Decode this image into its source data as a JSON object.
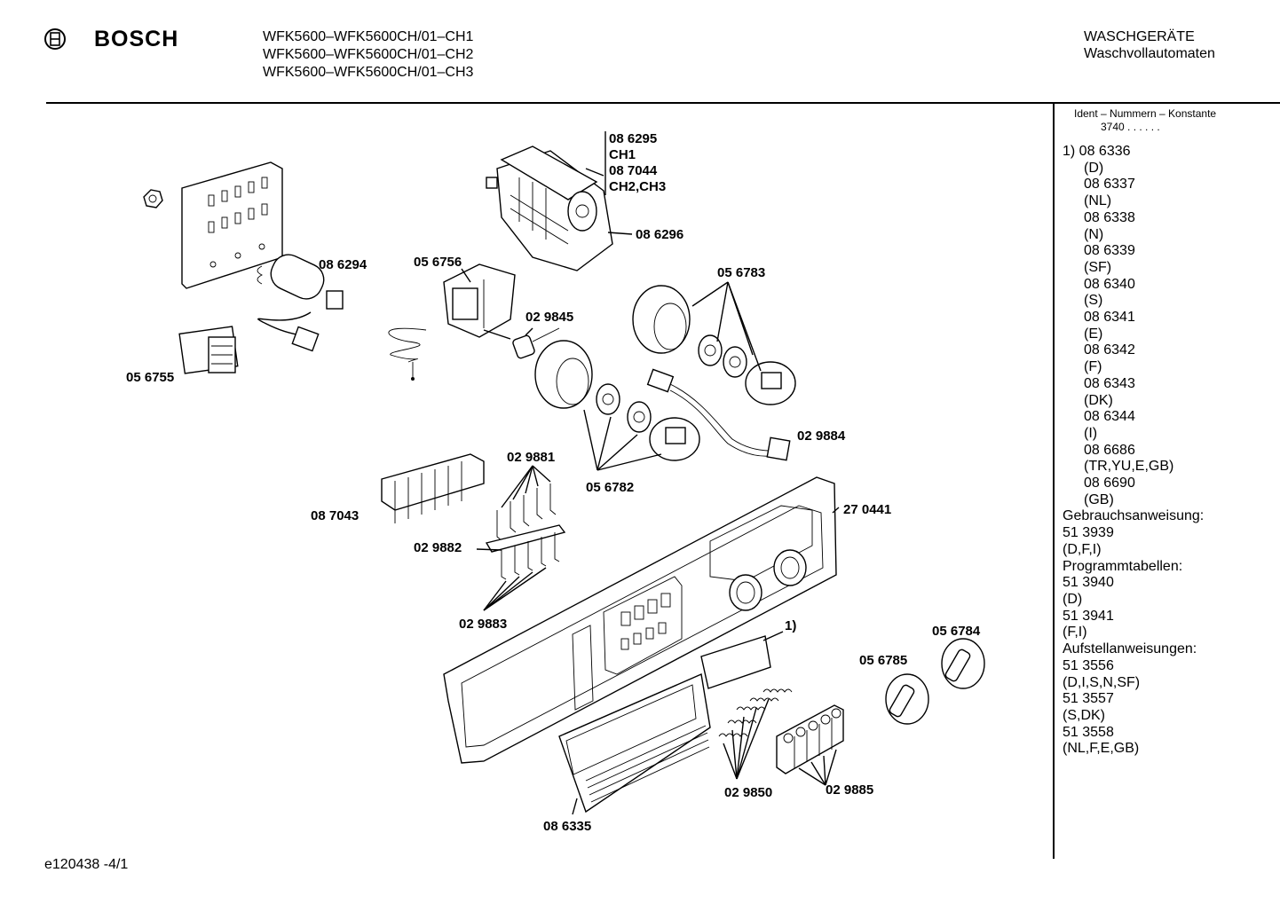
{
  "header": {
    "brand": "BOSCH",
    "models": [
      "WFK5600–WFK5600CH/01–CH1",
      "WFK5600–WFK5600CH/01–CH2",
      "WFK5600–WFK5600CH/01–CH3"
    ],
    "category_line1": "WASCHGERÄTE",
    "category_line2": "Waschvollautomaten"
  },
  "ident": {
    "heading": "Ident – Nummern – Konstante",
    "value": "3740 .  .  .  .  .  ."
  },
  "side_list": [
    {
      "text": "1)  08 6336",
      "indent": false
    },
    {
      "text": "(D)",
      "indent": true
    },
    {
      "text": "08 6337",
      "indent": true
    },
    {
      "text": "(NL)",
      "indent": true
    },
    {
      "text": "08 6338",
      "indent": true
    },
    {
      "text": "(N)",
      "indent": true
    },
    {
      "text": "08 6339",
      "indent": true
    },
    {
      "text": "(SF)",
      "indent": true
    },
    {
      "text": "08 6340",
      "indent": true
    },
    {
      "text": "(S)",
      "indent": true
    },
    {
      "text": "08 6341",
      "indent": true
    },
    {
      "text": "(E)",
      "indent": true
    },
    {
      "text": "08 6342",
      "indent": true
    },
    {
      "text": "(F)",
      "indent": true
    },
    {
      "text": "08 6343",
      "indent": true
    },
    {
      "text": "(DK)",
      "indent": true
    },
    {
      "text": "08 6344",
      "indent": true
    },
    {
      "text": "(I)",
      "indent": true
    },
    {
      "text": "08 6686",
      "indent": true
    },
    {
      "text": "(TR,YU,E,GB)",
      "indent": true
    },
    {
      "text": "08 6690",
      "indent": true
    },
    {
      "text": "(GB)",
      "indent": true
    },
    {
      "text": "Gebrauchsanweisung:",
      "indent": false
    },
    {
      "text": "51 3939",
      "indent": false
    },
    {
      "text": "(D,F,I)",
      "indent": false
    },
    {
      "text": "Programmtabellen:",
      "indent": false
    },
    {
      "text": "51 3940",
      "indent": false
    },
    {
      "text": "(D)",
      "indent": false
    },
    {
      "text": "51 3941",
      "indent": false
    },
    {
      "text": "(F,I)",
      "indent": false
    },
    {
      "text": "Aufstellanweisungen:",
      "indent": false
    },
    {
      "text": "51 3556",
      "indent": false
    },
    {
      "text": "(D,I,S,N,SF)",
      "indent": false
    },
    {
      "text": "51 3557",
      "indent": false
    },
    {
      "text": "(S,DK)",
      "indent": false
    },
    {
      "text": "51 3558",
      "indent": false
    },
    {
      "text": "(NL,F,E,GB)",
      "indent": false
    }
  ],
  "part_labels": {
    "p086295": "08 6295",
    "pCH1": "CH1",
    "p087044": "08 7044",
    "pCH23": "CH2,CH3",
    "p086296": "08 6296",
    "p086294": "08 6294",
    "p056756": "05 6756",
    "p056783": "05 6783",
    "p029845": "02 9845",
    "p056755": "05 6755",
    "p029884": "02 9884",
    "p029881": "02 9881",
    "p056782": "05 6782",
    "p087043": "08 7043",
    "p270441": "27 0441",
    "p029882": "02 9882",
    "p029883": "02 9883",
    "p1": "1)",
    "p056784": "05 6784",
    "p056785": "05 6785",
    "p029850": "02 9850",
    "p029885": "02 9885",
    "p086335": "08 6335"
  },
  "footer": {
    "code": "e120438 -4/1"
  }
}
